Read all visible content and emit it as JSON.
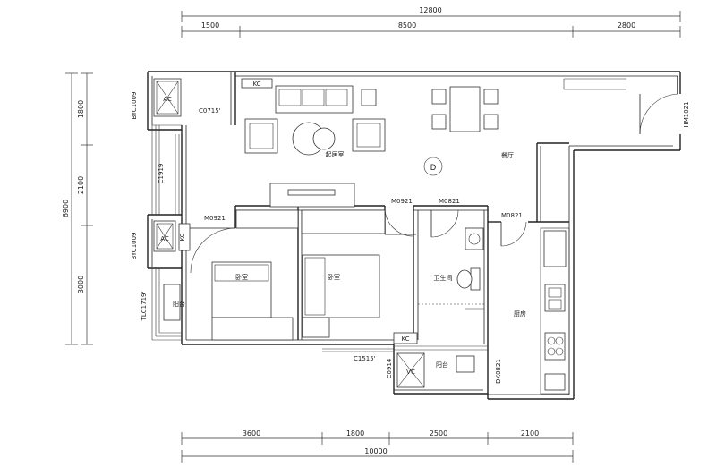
{
  "dimensions": {
    "top_total": "12800",
    "top_segments": [
      "1500",
      "8500",
      "2800"
    ],
    "bottom_total": "10000",
    "bottom_segments": [
      "3600",
      "1800",
      "2500",
      "2100"
    ],
    "left_total": "6900",
    "left_segments": [
      "1800",
      "2100",
      "3000"
    ]
  },
  "rooms": {
    "living": "起居室",
    "dining": "餐厅",
    "bedroom_left": "卧室",
    "bedroom_right": "卧室",
    "bathroom": "卫生间",
    "kitchen": "厨房",
    "balcony_left": "阳台",
    "balcony_bottom": "阳台"
  },
  "labels": {
    "ac_top": "AC",
    "ac_mid": "AC",
    "kc_top": "KC",
    "kc_mid": "KC",
    "kc_bottom": "KC",
    "vc_bottom": "VC",
    "window_c0715": "C0715'",
    "window_c1919": "C1919",
    "door_m0921_left": "M0921",
    "door_m0921_mid": "M0921",
    "door_m0821_a": "M0821",
    "door_m0821_b": "M0821",
    "window_byc1009_top": "BYC1009",
    "window_byc1009_mid": "BYC1009",
    "window_tlc1719": "TLC1719'",
    "window_c1515": "C1515'",
    "window_c0914": "C0914",
    "door_dk0821": "DK0821",
    "door_hm1021": "HM1021",
    "unit_marker": "D"
  }
}
